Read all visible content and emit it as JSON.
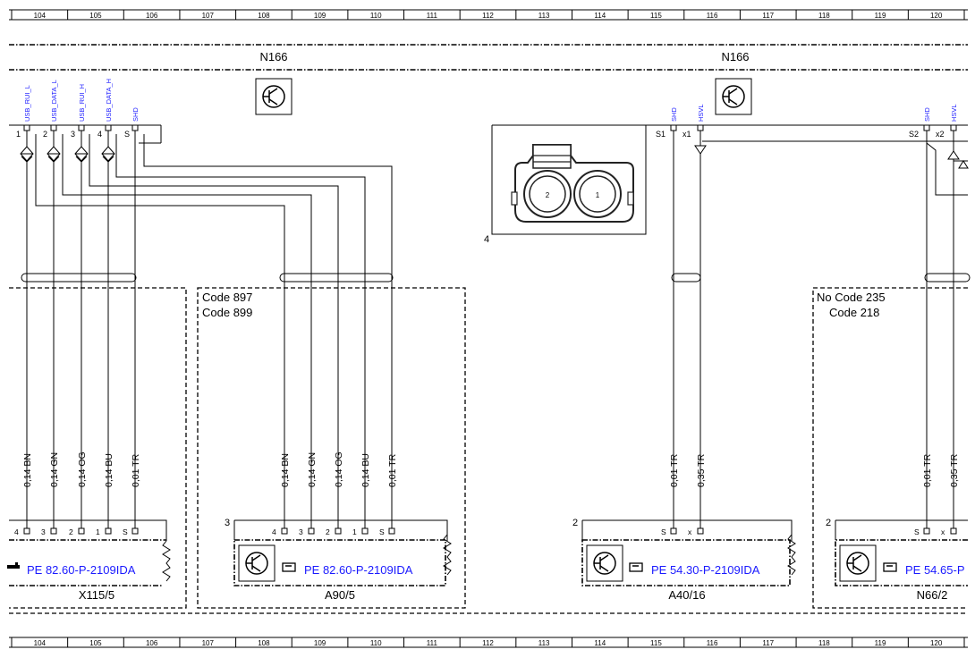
{
  "ruler": {
    "columns": [
      "104",
      "105",
      "106",
      "107",
      "108",
      "109",
      "110",
      "111",
      "112",
      "113",
      "114",
      "115",
      "116",
      "117",
      "118",
      "119",
      "120"
    ]
  },
  "control_unit": {
    "left_label": "N166",
    "right_label": "N166"
  },
  "connector_x115": {
    "signals": [
      "USB_RUI_L",
      "USB_DATA_L",
      "USB_RUI_H",
      "USB_DATA_H",
      "SHD"
    ],
    "pins_top": [
      "1",
      "2",
      "3",
      "4",
      "S"
    ],
    "wires": [
      "0,14 BN",
      "0,14 GN",
      "0,14 OG",
      "0,14 BU",
      "0,01 TR"
    ],
    "pins_bottom": [
      "4",
      "3",
      "2",
      "1",
      "S"
    ],
    "pe_ref": "PE 82.60-P-2109IDA",
    "component": "X115/5"
  },
  "component_a90": {
    "codes": [
      "Code 897",
      "Code 899"
    ],
    "connector_no": "3",
    "wires": [
      "0,14 BN",
      "0,14 GN",
      "0,14 OG",
      "0,14 BU",
      "0,01 TR"
    ],
    "pins_bottom": [
      "4",
      "3",
      "2",
      "1",
      "S"
    ],
    "pe_ref": "PE 82.60-P-2109IDA",
    "component": "A90/5"
  },
  "coax_connector": {
    "label": "4",
    "pin_left": "2",
    "pin_right": "1"
  },
  "component_a40": {
    "signals": [
      "SHD",
      "HSVL"
    ],
    "pins_top": [
      "S1",
      "x1"
    ],
    "connector_no": "2",
    "wires": [
      "0,01 TR",
      "0,35 TR"
    ],
    "pins_bottom": [
      "S",
      "x"
    ],
    "pe_ref": "PE 54.30-P-2109IDA",
    "component": "A40/16"
  },
  "component_n66": {
    "codes": [
      "No Code 235",
      "Code 218"
    ],
    "signals": [
      "SHD",
      "HSVL"
    ],
    "pins_top": [
      "S2",
      "x2"
    ],
    "connector_no": "2",
    "wires": [
      "0,01 TR",
      "0,35 TR"
    ],
    "pins_bottom": [
      "S",
      "x"
    ],
    "pe_ref": "PE 54.65-P",
    "component": "N66/2"
  },
  "icons": {
    "transistor": "transistor-icon",
    "pointing_hand": "pointing-hand-icon"
  }
}
